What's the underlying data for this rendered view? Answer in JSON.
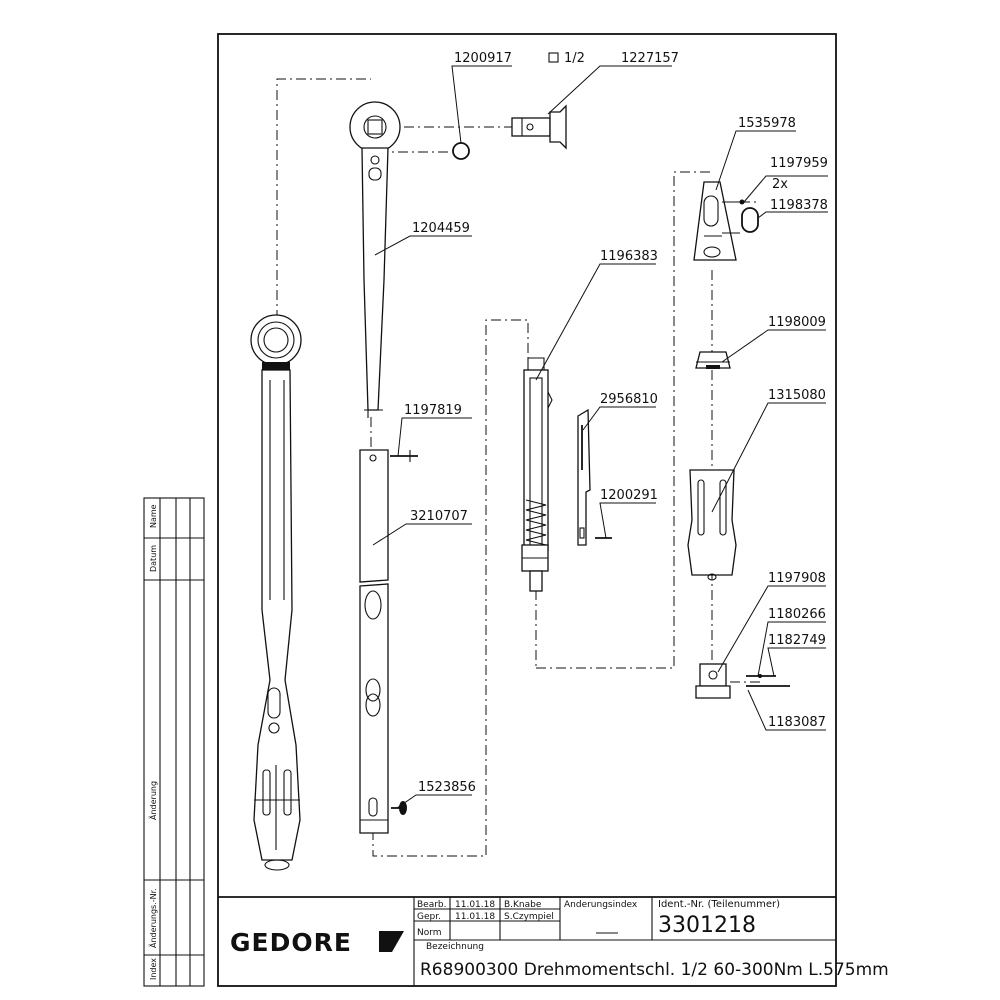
{
  "brand": "GEDORE",
  "part_labels": {
    "p1200917": "1200917",
    "square": "1/2",
    "p1227157": "1227157",
    "p1535978": "1535978",
    "p1197959": "1197959",
    "qty": "2x",
    "p1198378": "1198378",
    "p1204459": "1204459",
    "p1196383": "1196383",
    "p1198009": "1198009",
    "p1315080": "1315080",
    "p2956810": "2956810",
    "p1197819": "1197819",
    "p1200291": "1200291",
    "p3210707": "3210707",
    "p1197908": "1197908",
    "p1180266": "1180266",
    "p1182749": "1182749",
    "p1183087": "1183087",
    "p1523856": "1523856"
  },
  "title_block": {
    "bearb_label": "Bearb.",
    "bearb_date": "11.01.18",
    "bearb_name": "B.Knabe",
    "gepr_label": "Gepr.",
    "gepr_date": "11.01.18",
    "gepr_name": "S.Czympiel",
    "norm_label": "Norm",
    "aenderungsindex_label": "Anderungsindex",
    "ident_label": "Ident.-Nr. (Teilenummer)",
    "ident_number": "3301218",
    "bezeichnung_label": "Bezeichnung",
    "title": "R68900300 Drehmomentschl. 1/2 60-300Nm L.575mm"
  },
  "revision_table": {
    "name": "Name",
    "datum": "Datum",
    "aenderung": "Änderung",
    "aenderungs_nr": "Änderungs.-Nr.",
    "index": "Index"
  }
}
